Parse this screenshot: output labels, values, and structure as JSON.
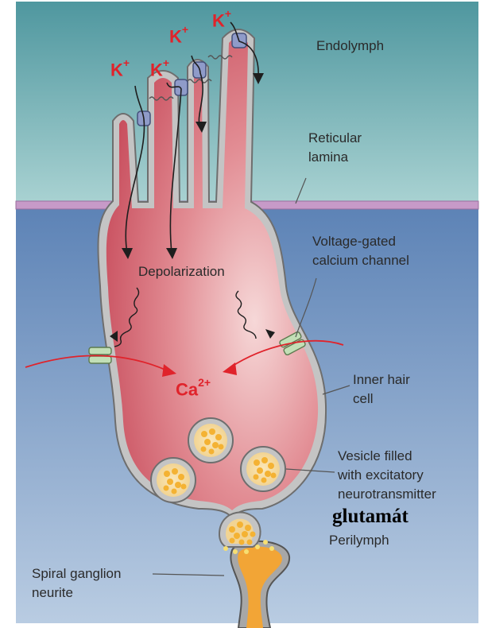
{
  "labels": {
    "endolymph": "Endolymph",
    "reticular_lamina_1": "Reticular",
    "reticular_lamina_2": "lamina",
    "voltage_gated_1": "Voltage-gated",
    "voltage_gated_2": "calcium channel",
    "depolarization": "Depolarization",
    "inner_hair_1": "Inner hair",
    "inner_hair_2": "cell",
    "vesicle_1": "Vesicle filled",
    "vesicle_2": "with excitatory",
    "vesicle_3": "neurotransmitter",
    "glutamat": "glutamát",
    "perilymph": "Perilymph",
    "spiral_1": "Spiral ganglion",
    "spiral_2": "neurite"
  },
  "ions": {
    "potassium": "K",
    "potassium_charge": "+",
    "calcium": "Ca",
    "calcium_charge": "2+"
  },
  "colors": {
    "endolymph_bg": "#6aaab0",
    "perilymph_bg": "#6b8fbc",
    "reticular_lamina": "#c79ac8",
    "cell_body": "#d4606f",
    "membrane": "#b8b8b8",
    "ion_red": "#e0232b",
    "neurite": "#f2a536",
    "vesicle_dots": "#f4b233"
  }
}
